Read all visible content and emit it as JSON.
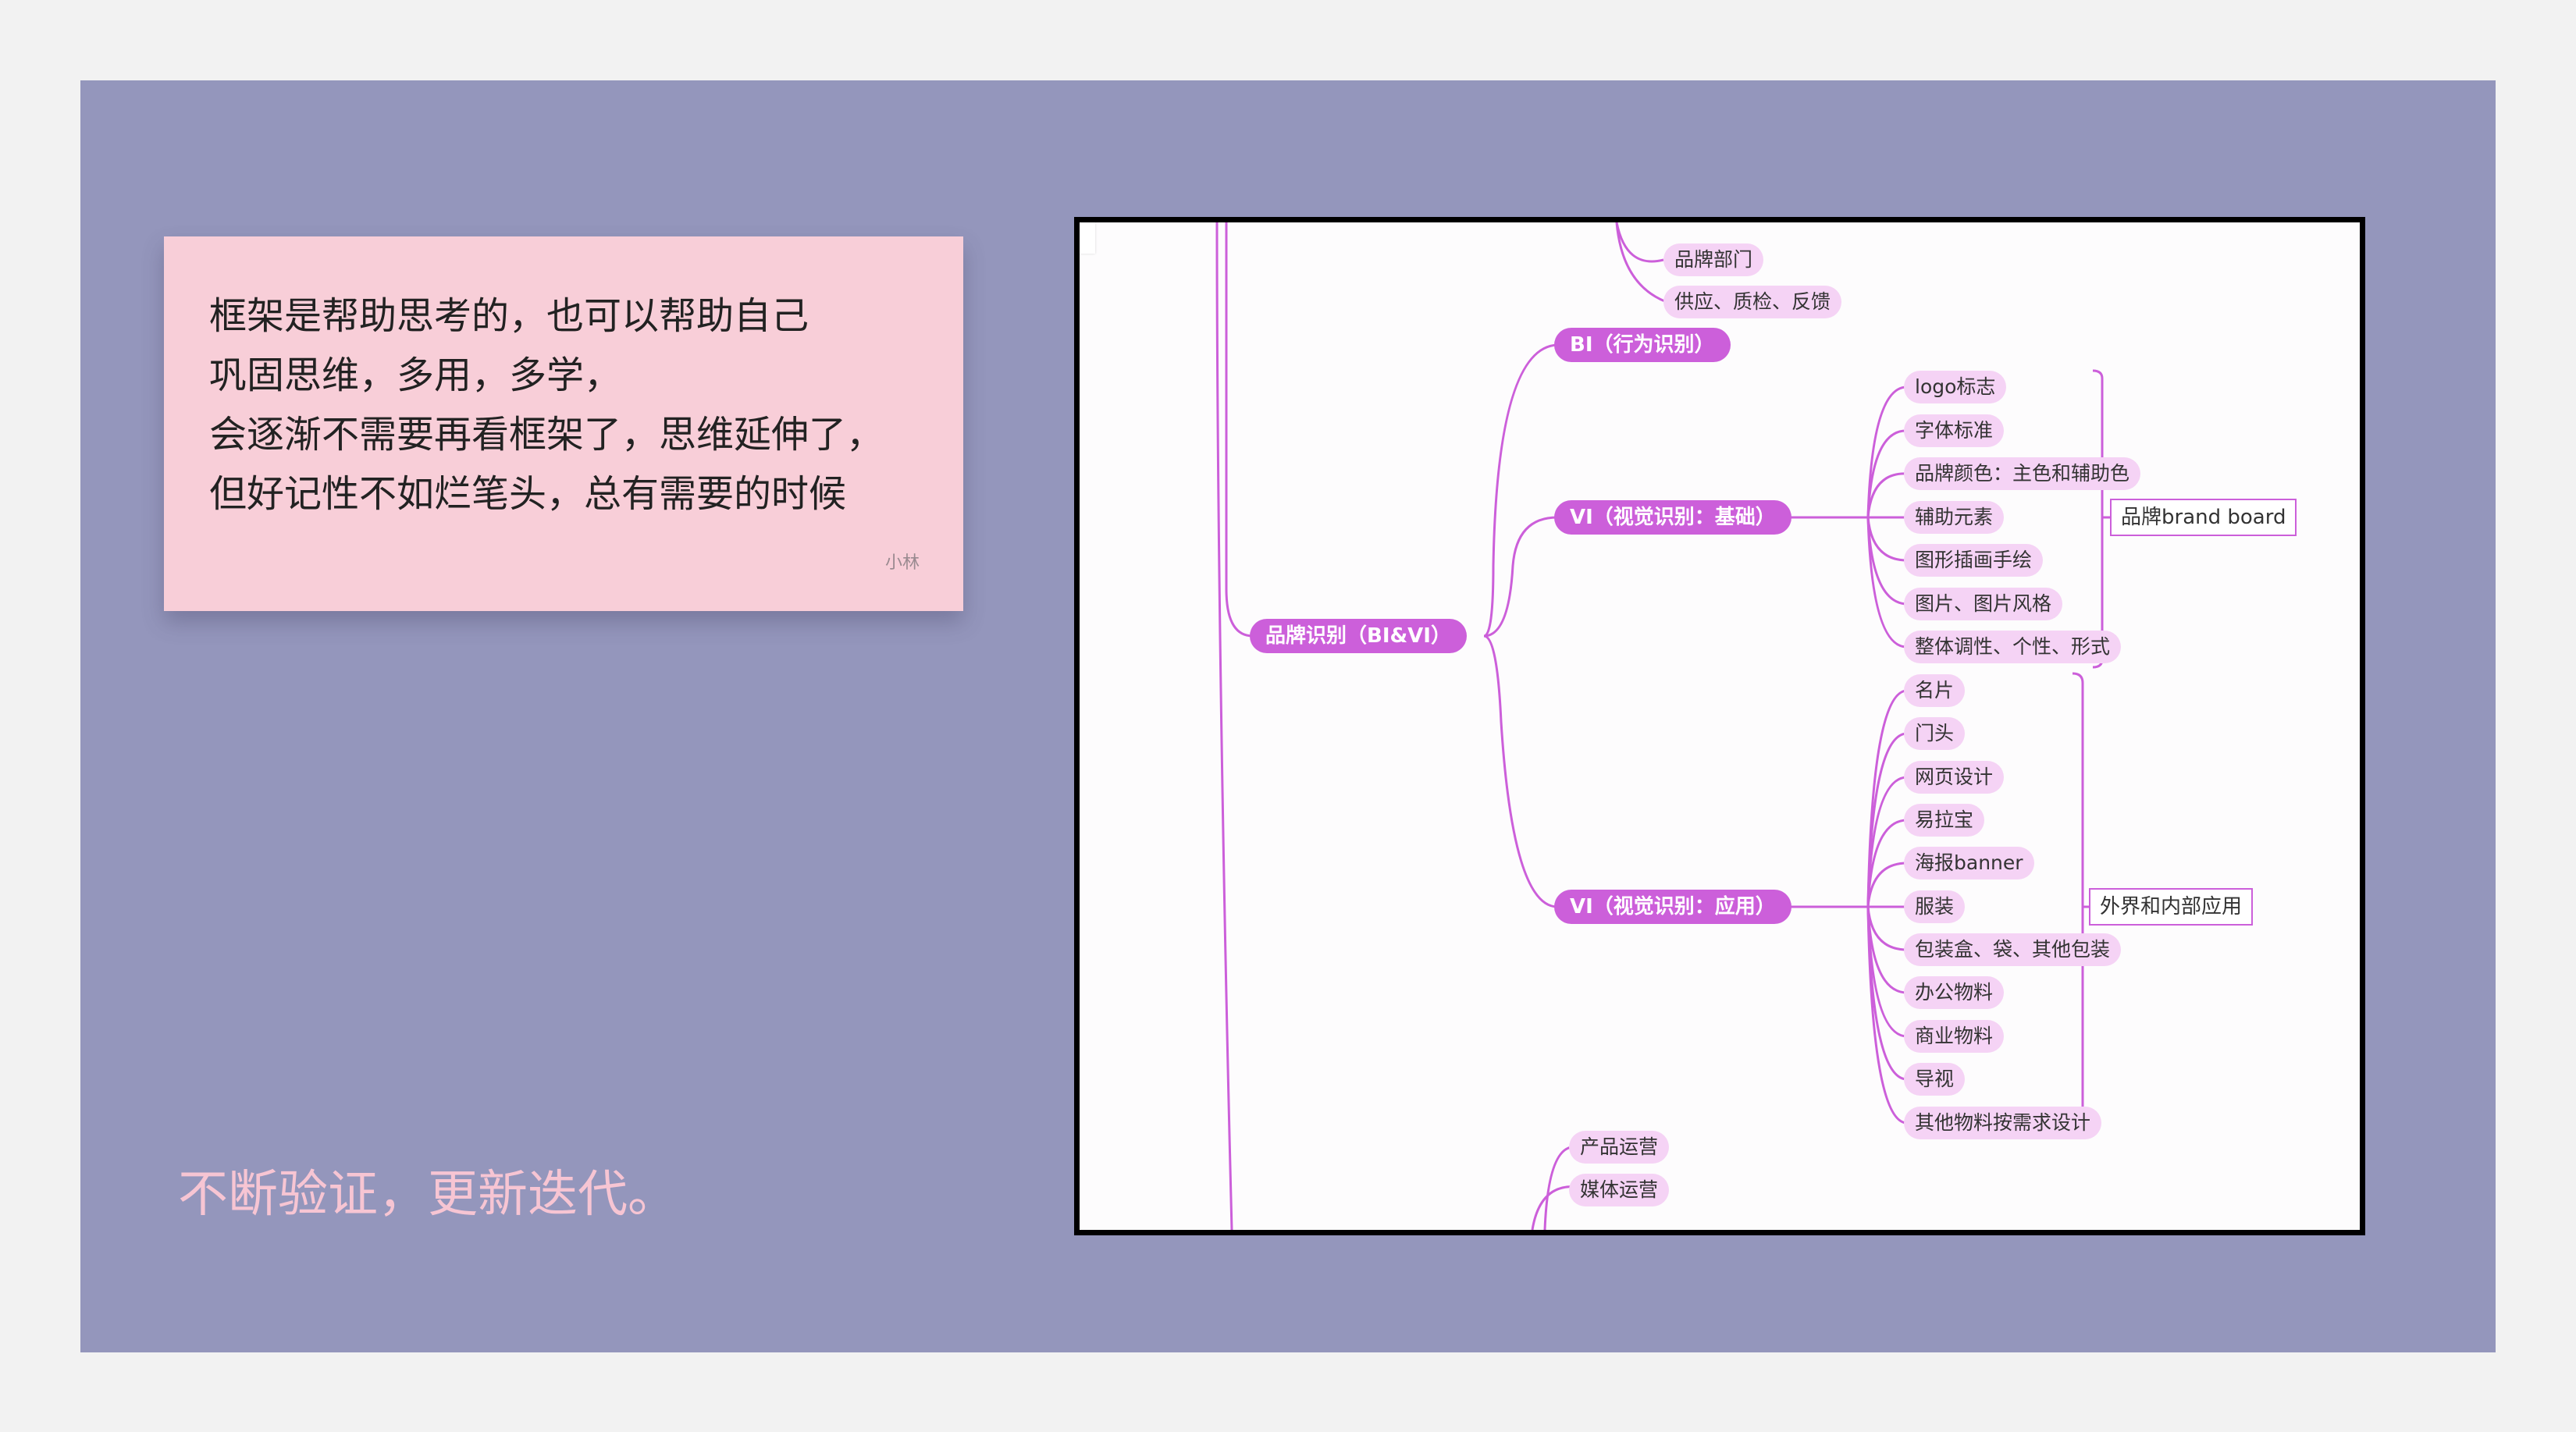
{
  "note": {
    "lines": [
      "框架是帮助思考的，也可以帮助自己",
      "巩固思维，多用，多学，",
      "会逐渐不需要再看框架了，思维延伸了，",
      "但好记性不如烂笔头，总有需要的时候"
    ],
    "author": "小林"
  },
  "tagline": "不断验证，更新迭代。",
  "mindmap": {
    "top_leaves": [
      "品牌部门",
      "供应、质检、反馈"
    ],
    "brand_identity": "品牌识别（BI&VI）",
    "bi": "BI（行为识别）",
    "vi_basic": {
      "label": "VI（视觉识别：基础）",
      "items": [
        "logo标志",
        "字体标准",
        "品牌颜色：主色和辅助色",
        "辅助元素",
        "图形插画手绘",
        "图片、图片风格",
        "整体调性、个性、形式"
      ],
      "summary": "品牌brand board"
    },
    "vi_app": {
      "label": "VI（视觉识别：应用）",
      "items": [
        "名片",
        "门头",
        "网页设计",
        "易拉宝",
        "海报banner",
        "服装",
        "包装盒、袋、其他包装",
        "办公物料",
        "商业物料",
        "导视",
        "其他物料按需求设计"
      ],
      "summary": "外界和内部应用"
    },
    "bottom_leaves": [
      "产品运营",
      "媒体运营"
    ],
    "colors": {
      "parent": "#cc5fda",
      "leaf": "#f5d3f5",
      "line": "#cc5fda"
    }
  }
}
